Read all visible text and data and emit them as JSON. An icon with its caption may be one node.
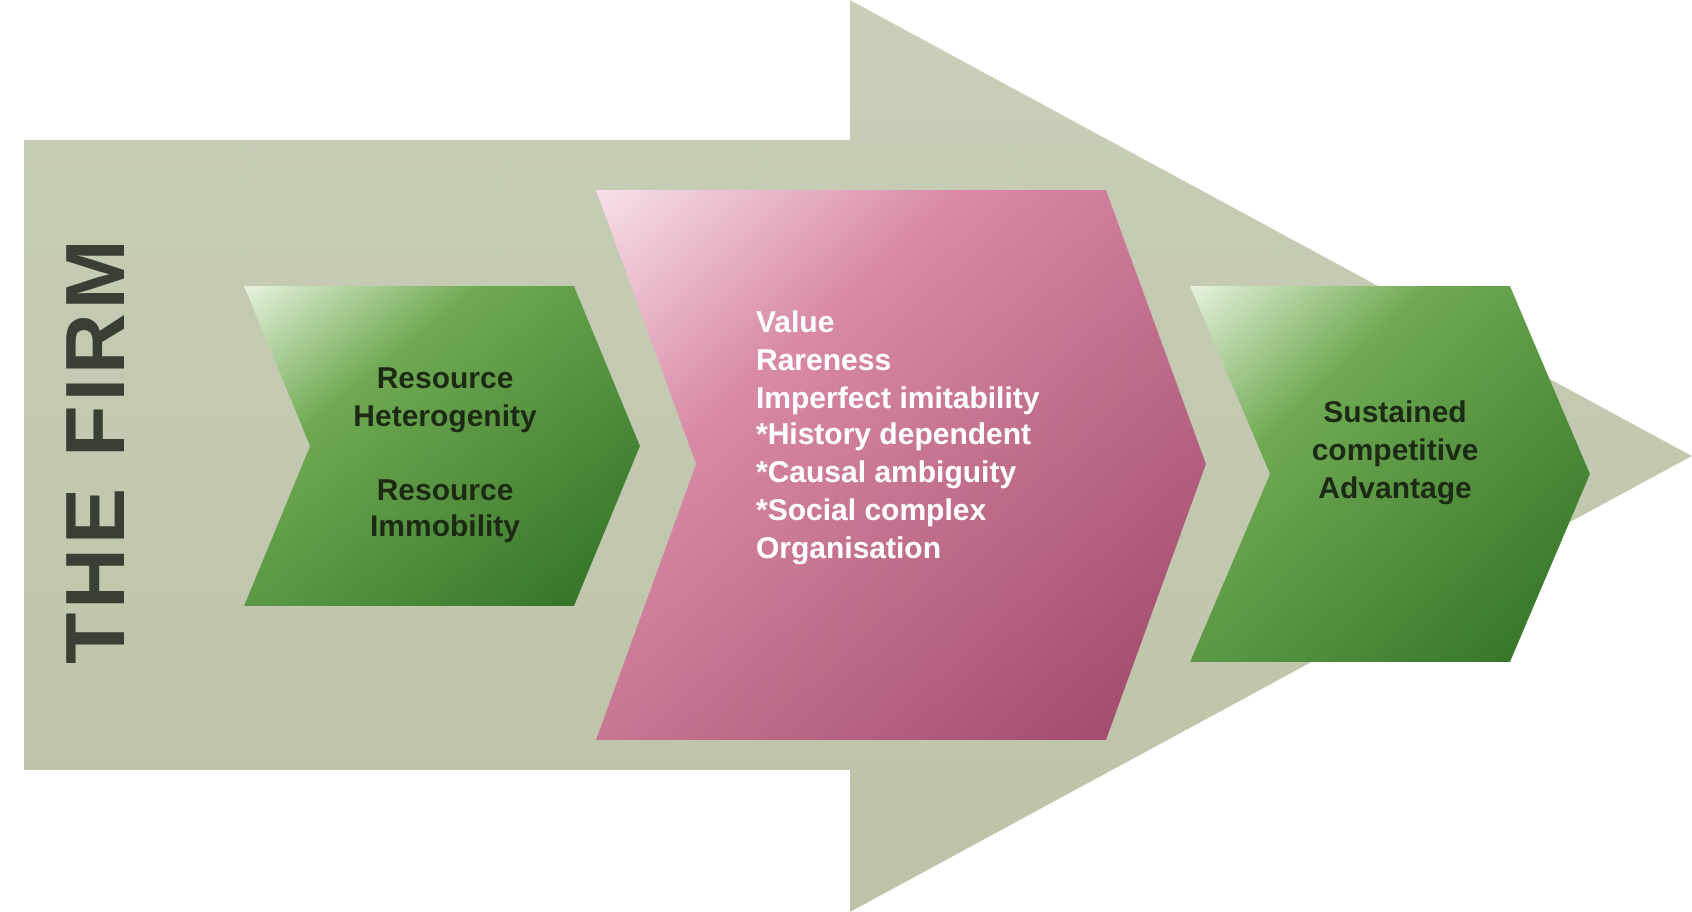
{
  "diagram": {
    "nodes": [
      {
        "text": [
          "THE FIRM"
        ]
      },
      {
        "text": [
          "Resource Heterogenity",
          "Resource Immobility"
        ],
        "in": 0
      },
      {
        "text": [
          "Value",
          "Rareness",
          "Imperfect imitability",
          "*History dependent",
          "*Causal ambiguity",
          "*Social complex",
          "Organisation"
        ],
        "in": 0
      },
      {
        "text": [
          "Sustained competitive Advantage"
        ],
        "in": 0
      }
    ]
  }
}
